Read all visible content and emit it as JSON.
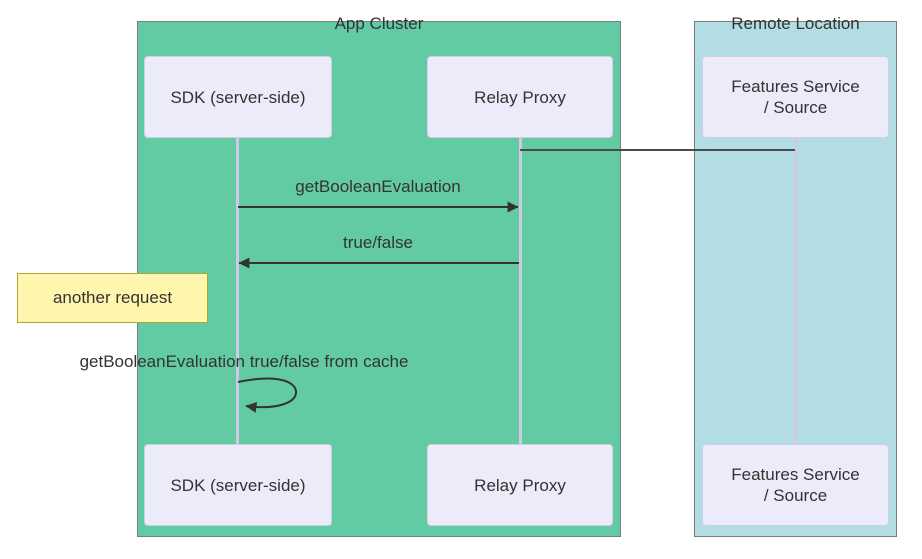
{
  "diagram": {
    "type": "sequence-diagram",
    "groups": [
      {
        "label": "App Cluster",
        "fill": "#63cba4"
      },
      {
        "label": "Remote Location",
        "fill": "#b2dee3"
      }
    ],
    "participants": [
      {
        "label": "SDK (server-side)"
      },
      {
        "label": "Relay Proxy"
      },
      {
        "label": "Features Service / Source",
        "line1": "Features Service",
        "line2": "/ Source"
      }
    ],
    "messages": [
      {
        "from": "Relay Proxy",
        "to": "Features Service / Source",
        "label": "",
        "style": "plain-line"
      },
      {
        "from": "SDK (server-side)",
        "to": "Relay Proxy",
        "label": "getBooleanEvaluation",
        "style": "solid-arrow"
      },
      {
        "from": "Relay Proxy",
        "to": "SDK (server-side)",
        "label": "true/false",
        "style": "solid-arrow"
      },
      {
        "from": "SDK (server-side)",
        "to": "SDK (server-side)",
        "label": "getBooleanEvaluation true/false from cache",
        "style": "self-arrow"
      }
    ],
    "note": {
      "text": "another request",
      "position": "left of SDK (server-side)",
      "fill": "#fff5ad",
      "border": "#aaaa33"
    },
    "colors": {
      "participant_fill": "#ebebfa",
      "participant_border": "#cfcfe8",
      "lifeline": "#d0c9e6",
      "message_line": "#333333",
      "connector_line": "#4a4a4a",
      "text": "#333333"
    }
  }
}
